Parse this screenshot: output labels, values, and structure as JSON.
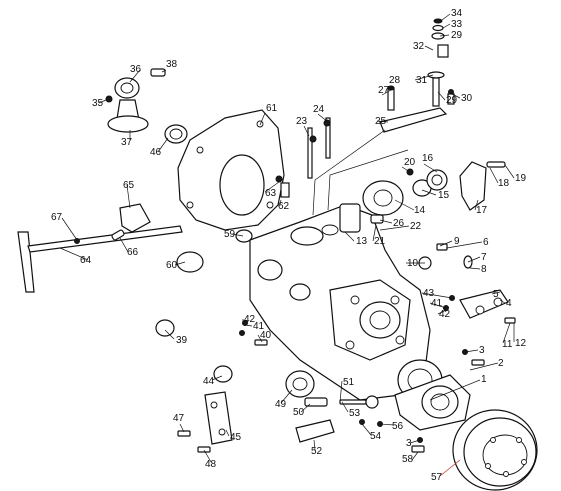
{
  "diagram": {
    "leader_color": "#111111",
    "highlight_leader_color": "#c0392b",
    "callouts": [
      {
        "id": "c1",
        "label": "1"
      },
      {
        "id": "c2",
        "label": "2"
      },
      {
        "id": "c3a",
        "label": "3"
      },
      {
        "id": "c3b",
        "label": "3"
      },
      {
        "id": "c4",
        "label": "4"
      },
      {
        "id": "c5",
        "label": "5"
      },
      {
        "id": "c6",
        "label": "6"
      },
      {
        "id": "c7",
        "label": "7"
      },
      {
        "id": "c8",
        "label": "8"
      },
      {
        "id": "c9",
        "label": "9"
      },
      {
        "id": "c10",
        "label": "10"
      },
      {
        "id": "c11",
        "label": "11"
      },
      {
        "id": "c12",
        "label": "12"
      },
      {
        "id": "c13",
        "label": "13"
      },
      {
        "id": "c14",
        "label": "14"
      },
      {
        "id": "c15",
        "label": "15"
      },
      {
        "id": "c16",
        "label": "16"
      },
      {
        "id": "c17",
        "label": "17"
      },
      {
        "id": "c18",
        "label": "18"
      },
      {
        "id": "c19",
        "label": "19"
      },
      {
        "id": "c20",
        "label": "20"
      },
      {
        "id": "c21",
        "label": "21"
      },
      {
        "id": "c22",
        "label": "22"
      },
      {
        "id": "c23",
        "label": "23"
      },
      {
        "id": "c24",
        "label": "24"
      },
      {
        "id": "c25",
        "label": "25"
      },
      {
        "id": "c26",
        "label": "26"
      },
      {
        "id": "c27",
        "label": "27"
      },
      {
        "id": "c28",
        "label": "28"
      },
      {
        "id": "c29a",
        "label": "29"
      },
      {
        "id": "c29b",
        "label": "29"
      },
      {
        "id": "c30",
        "label": "30"
      },
      {
        "id": "c31",
        "label": "31"
      },
      {
        "id": "c32",
        "label": "32"
      },
      {
        "id": "c33",
        "label": "33"
      },
      {
        "id": "c34",
        "label": "34"
      },
      {
        "id": "c35",
        "label": "35"
      },
      {
        "id": "c36",
        "label": "36"
      },
      {
        "id": "c37",
        "label": "37"
      },
      {
        "id": "c38",
        "label": "38"
      },
      {
        "id": "c39",
        "label": "39"
      },
      {
        "id": "c40",
        "label": "40"
      },
      {
        "id": "c41a",
        "label": "41"
      },
      {
        "id": "c41b",
        "label": "41"
      },
      {
        "id": "c42a",
        "label": "42"
      },
      {
        "id": "c42b",
        "label": "42"
      },
      {
        "id": "c43",
        "label": "43"
      },
      {
        "id": "c44",
        "label": "44"
      },
      {
        "id": "c45",
        "label": "45"
      },
      {
        "id": "c46",
        "label": "46"
      },
      {
        "id": "c47",
        "label": "47"
      },
      {
        "id": "c48",
        "label": "48"
      },
      {
        "id": "c49",
        "label": "49"
      },
      {
        "id": "c50",
        "label": "50"
      },
      {
        "id": "c51",
        "label": "51"
      },
      {
        "id": "c52",
        "label": "52"
      },
      {
        "id": "c53",
        "label": "53"
      },
      {
        "id": "c54",
        "label": "54"
      },
      {
        "id": "c56",
        "label": "56"
      },
      {
        "id": "c57",
        "label": "57"
      },
      {
        "id": "c58",
        "label": "58"
      },
      {
        "id": "c59",
        "label": "59"
      },
      {
        "id": "c60",
        "label": "60"
      },
      {
        "id": "c61",
        "label": "61"
      },
      {
        "id": "c62",
        "label": "62"
      },
      {
        "id": "c63",
        "label": "63"
      },
      {
        "id": "c64",
        "label": "64"
      },
      {
        "id": "c65",
        "label": "65"
      },
      {
        "id": "c66",
        "label": "66"
      },
      {
        "id": "c67",
        "label": "67"
      }
    ]
  }
}
